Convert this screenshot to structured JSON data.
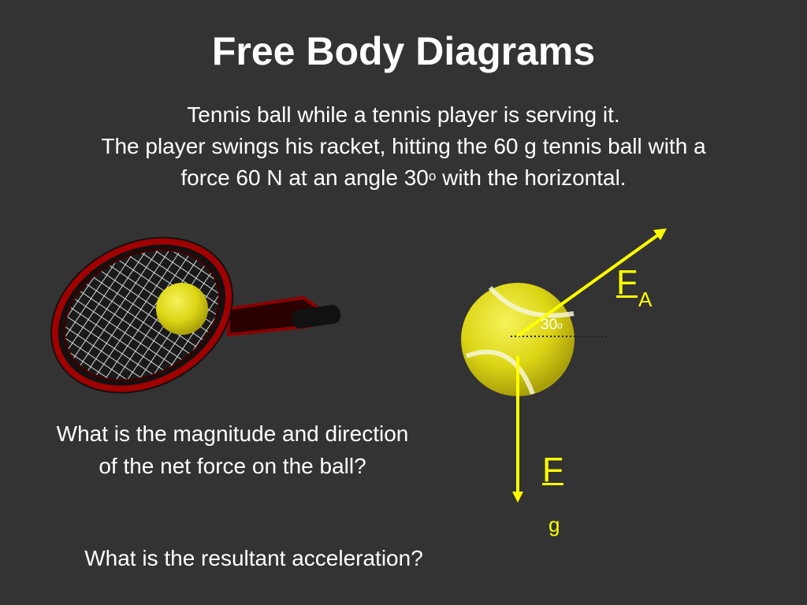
{
  "slide": {
    "title": "Free Body Diagrams",
    "intro_line1": "Tennis ball while a tennis player is serving it.",
    "intro_line2": "The player swings his racket, hitting the 60 g tennis ball with a",
    "intro_line3_before": "force 60 N at an angle 30",
    "intro_line3_sup": "o",
    "intro_line3_after": " with the horizontal.",
    "question1": "What is the magnitude and direction of the net force on the ball?",
    "question2": "What is the resultant acceleration?"
  },
  "diagram": {
    "applied_force_symbol": "F",
    "applied_force_subscript": "A",
    "gravity_force_symbol": "F",
    "gravity_force_subscript": "g",
    "angle_value": "30",
    "angle_unit_sup": "o",
    "arrow_color": "#ffff00"
  },
  "images": {
    "racket": "tennis-racket-with-ball",
    "ball": "tennis-ball"
  }
}
